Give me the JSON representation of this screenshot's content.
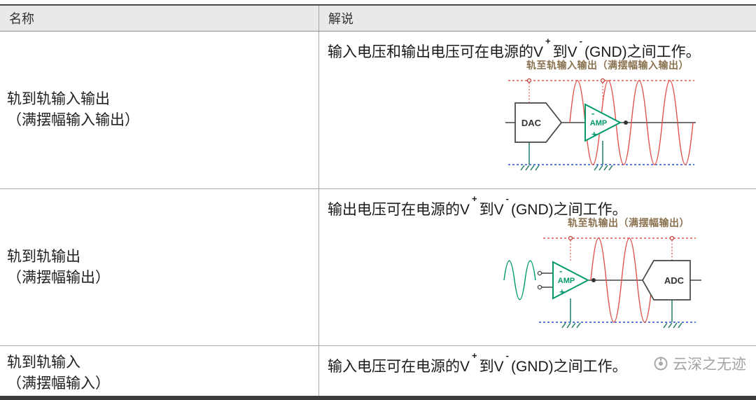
{
  "header": {
    "col_name": "名称",
    "col_desc": "解说"
  },
  "rows": [
    {
      "name_line1": "轨到轨输入输出",
      "name_line2": "（满摆幅输入输出）",
      "desc": {
        "t1": "输入电压和输出电压可在电源的V",
        "sup1": "+",
        "t2": "到V",
        "sup2": "-",
        "t3": "(GND)之间工作。"
      },
      "diagram": {
        "caption": "轨至轨输入输出（满摆幅输入输出）",
        "block1": "DAC",
        "amp": "AMP",
        "minus": "-",
        "plus": "+"
      }
    },
    {
      "name_line1": "轨到轨输出",
      "name_line2": "（满摆幅输出）",
      "desc": {
        "t1": "输出电压可在电源的V",
        "sup1": "+",
        "t2": "到V",
        "sup2": "-",
        "t3": "(GND)之间工作。"
      },
      "diagram": {
        "caption": "轨至轨输出（满摆幅输出）",
        "block1": "ADC",
        "amp": "AMP",
        "minus": "-",
        "plus": "+"
      }
    },
    {
      "name_line1": "轨到轨输入",
      "name_line2": "（满摆幅输入）",
      "desc": {
        "t1": "输入电压可在电源的V",
        "sup1": "+",
        "t2": "到V",
        "sup2": "-",
        "t3": "(GND)之间工作。"
      }
    }
  ],
  "watermark": {
    "text": "云深之无迹"
  },
  "colors": {
    "rail_positive_red": "#e0554e",
    "rail_negative_blue": "#2a4fd6",
    "amp_green": "#009a6e",
    "ground_teal": "#1f7a6a",
    "caption_brown": "#8b7250",
    "header_bg": "#e9e9e9",
    "bottom_bar": "#3b3b3b"
  }
}
